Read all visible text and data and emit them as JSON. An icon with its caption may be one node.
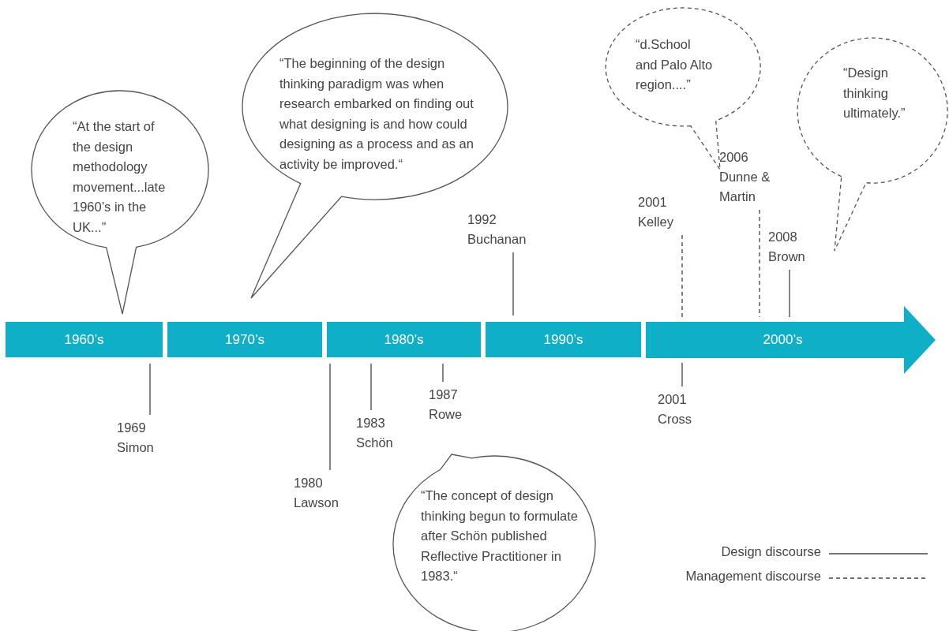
{
  "diagram": {
    "nodes": [
      {
        "text": [
          "1960’s"
        ]
      },
      {
        "text": [
          "1970’s"
        ]
      },
      {
        "text": [
          "1980’s"
        ]
      },
      {
        "text": [
          "1990’s"
        ]
      },
      {
        "text": [
          "2000’s"
        ]
      },
      {
        "text": [
          "1969 Simon"
        ]
      },
      {
        "text": [
          "1980 Lawson"
        ]
      },
      {
        "text": [
          "1983 Schön"
        ]
      },
      {
        "text": [
          "1987 Rowe"
        ]
      },
      {
        "text": [
          "1992 Buchanan"
        ]
      },
      {
        "text": [
          "2001 Kelley"
        ]
      },
      {
        "text": [
          "2001 Cross"
        ]
      },
      {
        "text": [
          "2006 Dunne & Martin"
        ]
      },
      {
        "text": [
          "2008 Brown"
        ]
      },
      {
        "text": [
          "“At the start of the design methodology movement...late 1960’s in the UK...”"
        ]
      },
      {
        "text": [
          "“The beginning of the design thinking paradigm was when research embarked on finding out what designing is and how could designing as a process and as an activity be improved.“"
        ]
      },
      {
        "text": [
          "“The concept of design thinking begun to formulate after Schön published Reflective Practitioner in 1983.“"
        ]
      },
      {
        "text": [
          "“d.School and Palo Alto region....”"
        ]
      },
      {
        "text": [
          "“Design thinking ultimately.”"
        ]
      }
    ],
    "edges": [
      {
        "from": 5,
        "to": 0,
        "arrow": "none"
      },
      {
        "from": 6,
        "to": 2,
        "arrow": "none"
      },
      {
        "from": 7,
        "to": 2,
        "arrow": "none"
      },
      {
        "from": 8,
        "to": 2,
        "arrow": "none"
      },
      {
        "from": 9,
        "to": 3,
        "arrow": "none"
      },
      {
        "from": 10,
        "to": 4,
        "arrow": "none",
        "style": "dashed"
      },
      {
        "from": 11,
        "to": 4,
        "arrow": "none"
      },
      {
        "from": 12,
        "to": 4,
        "arrow": "none",
        "style": "dashed"
      },
      {
        "from": 13,
        "to": 4,
        "arrow": "none"
      }
    ],
    "legend": [
      {
        "text": "Design discourse"
      },
      {
        "text": "Management discourse"
      }
    ]
  }
}
